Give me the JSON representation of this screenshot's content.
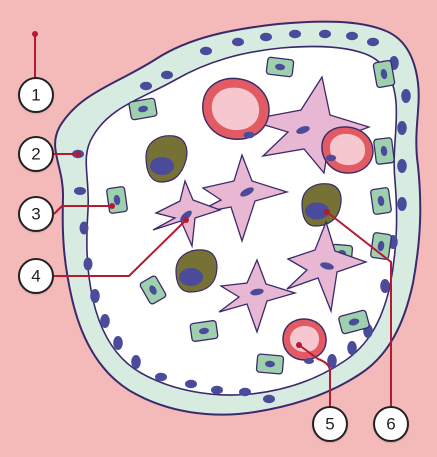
{
  "labels": [
    {
      "id": "1",
      "text": "1"
    },
    {
      "id": "2",
      "text": "2"
    },
    {
      "id": "3",
      "text": "3"
    },
    {
      "id": "4",
      "text": "4"
    },
    {
      "id": "5",
      "text": "5"
    },
    {
      "id": "6",
      "text": "6"
    }
  ],
  "colors": {
    "background": "#f4b9b9",
    "outer_layer": "#d7ebe0",
    "outer_outline": "#3b2a6b",
    "interior": "#ffffff",
    "nucleus": "#4b4b9b",
    "green_cell": "#9fd0ad",
    "dark_cell": "#767236",
    "stellate_cell": "#e8b7d3",
    "vessel_red": "#e25b62",
    "vessel_fill": "#f7c7cf",
    "leader": "#b71931"
  },
  "icons": {
    "pointer": "leader-line-icon",
    "label_marker": "circle-label-icon"
  }
}
